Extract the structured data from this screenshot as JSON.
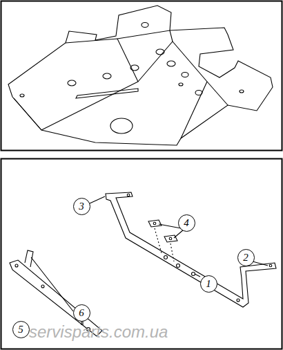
{
  "diagram": {
    "nodes": [
      {
        "text": [
          "3"
        ]
      },
      {
        "text": [
          "4"
        ]
      },
      {
        "text": [
          "2"
        ]
      },
      {
        "text": [
          "1"
        ]
      },
      {
        "text": [
          "6"
        ]
      },
      {
        "text": [
          "5"
        ]
      }
    ],
    "labels": [
      "servisparts.com.ua"
    ]
  }
}
